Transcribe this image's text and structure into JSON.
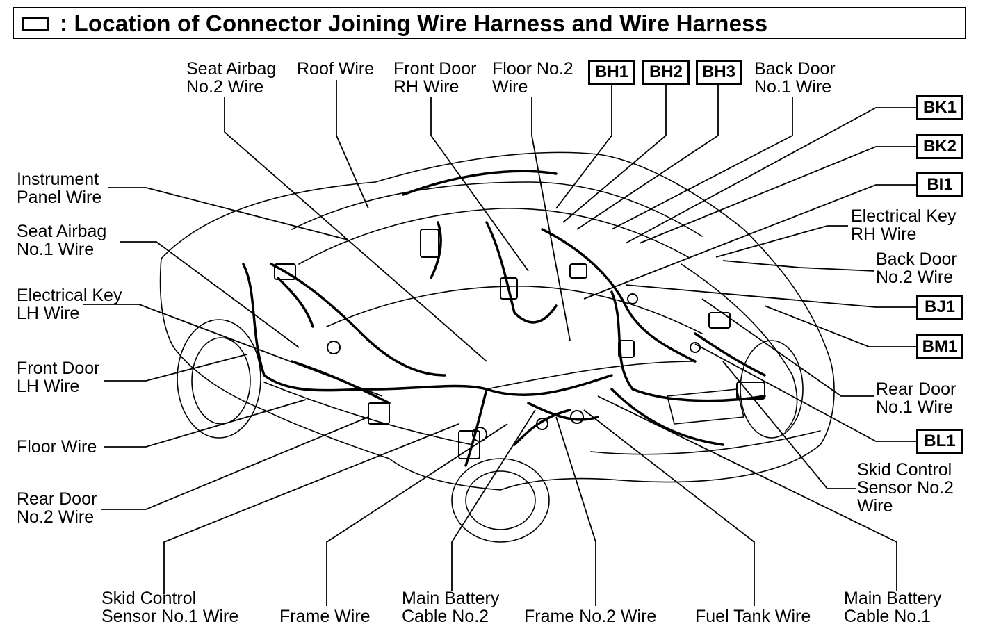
{
  "title": ": Location of Connector Joining Wire Harness and Wire Harness",
  "labels": {
    "seat_airbag_no2": [
      "Seat Airbag",
      "No.2 Wire"
    ],
    "roof": [
      "Roof Wire"
    ],
    "front_door_rh": [
      "Front Door",
      "RH Wire"
    ],
    "floor_no2": [
      "Floor No.2",
      "Wire"
    ],
    "back_door_no1": [
      "Back Door",
      "No.1 Wire"
    ],
    "instrument_panel": [
      "Instrument",
      "Panel Wire"
    ],
    "seat_airbag_no1": [
      "Seat Airbag",
      "No.1 Wire"
    ],
    "electrical_key_lh": [
      "Electrical Key",
      "LH Wire"
    ],
    "front_door_lh": [
      "Front Door",
      "LH Wire"
    ],
    "floor": [
      "Floor Wire"
    ],
    "rear_door_no2": [
      "Rear Door",
      "No.2 Wire"
    ],
    "electrical_key_rh": [
      "Electrical Key",
      "RH Wire"
    ],
    "back_door_no2": [
      "Back Door",
      "No.2 Wire"
    ],
    "rear_door_no1": [
      "Rear Door",
      "No.1 Wire"
    ],
    "skid_sensor_no2": [
      "Skid Control",
      "Sensor No.2",
      "Wire"
    ],
    "skid_sensor_no1": [
      "Skid Control",
      "Sensor No.1 Wire"
    ],
    "frame": [
      "Frame Wire"
    ],
    "main_battery_no2": [
      "Main Battery",
      "Cable No.2"
    ],
    "frame_no2": [
      "Frame No.2 Wire"
    ],
    "fuel_tank": [
      "Fuel Tank Wire"
    ],
    "main_battery_no1": [
      "Main Battery",
      "Cable No.1"
    ]
  },
  "codes": {
    "bh1": "BH1",
    "bh2": "BH2",
    "bh3": "BH3",
    "bk1": "BK1",
    "bk2": "BK2",
    "bi1": "BI1",
    "bj1": "BJ1",
    "bm1": "BM1",
    "bl1": "BL1"
  }
}
